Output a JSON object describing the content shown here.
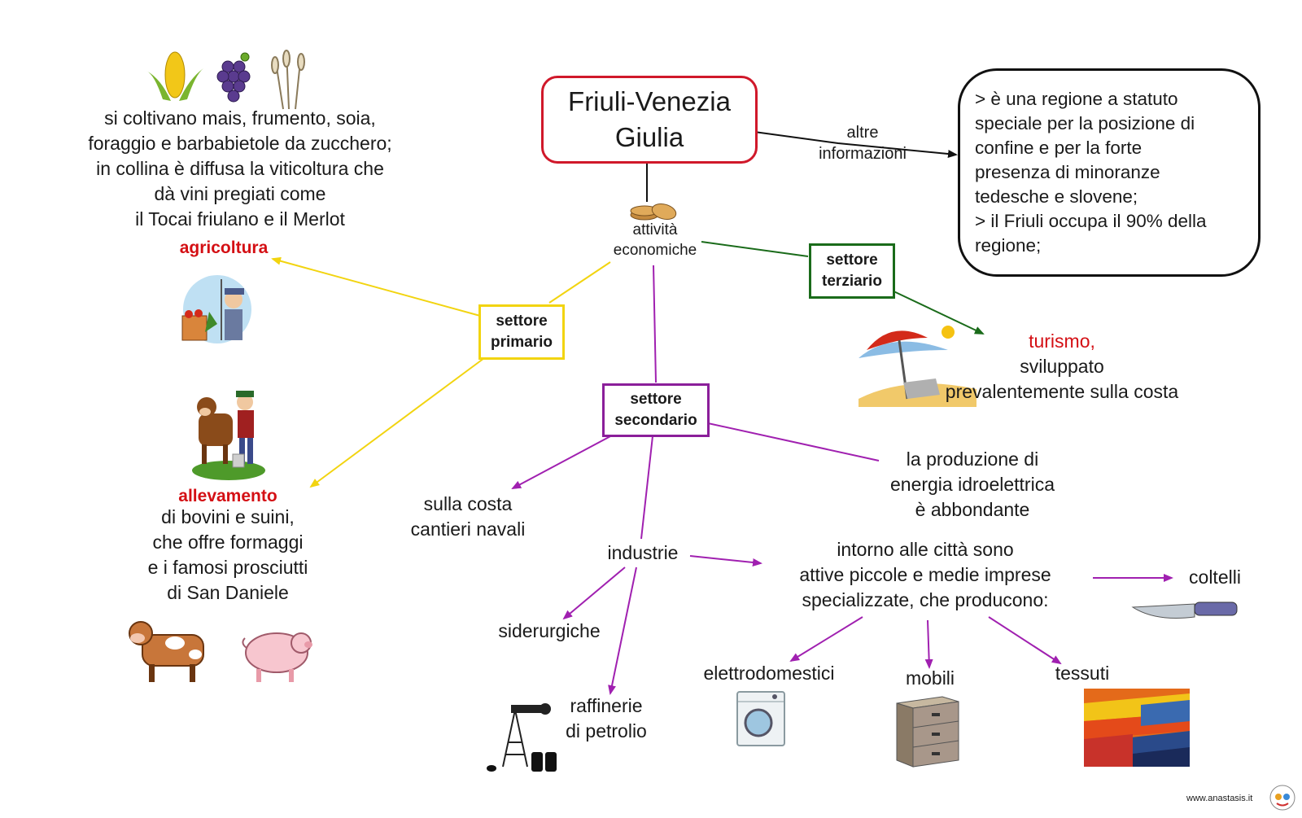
{
  "title": {
    "line1": "Friuli-Venezia",
    "line2": "Giulia"
  },
  "info_link": {
    "line1": "altre",
    "line2": "informazioni"
  },
  "info_box": [
    "> è una regione a statuto",
    "speciale per la posizione di",
    "confine e per la forte",
    "presenza di minoranze",
    "tedesche e slovene;",
    "> il Friuli occupa il 90% della",
    "regione;"
  ],
  "attivita": {
    "line1": "attività",
    "line2": "economiche"
  },
  "primario": {
    "line1": "settore",
    "line2": "primario",
    "color": "#f2d410"
  },
  "secondario": {
    "line1": "settore",
    "line2": "secondario",
    "color": "#8b1f9a"
  },
  "terziario": {
    "line1": "settore",
    "line2": "terziario",
    "color": "#1a6b1a"
  },
  "agricoltura": {
    "lines": [
      "si coltivano  mais,  frumento,  soia,",
      "foraggio  e  barbabietole  da  zucchero;",
      "in  collina  è  diffusa  la  viticoltura  che",
      "dà  vini  pregiati  come",
      "il  Tocai  friulano  e  il  Merlot"
    ],
    "label": "agricoltura"
  },
  "allevamento": {
    "label": "allevamento",
    "lines": [
      "di  bovini e suini,",
      "che offre  formaggi",
      "e i famosi  prosciutti",
      "di San Daniele"
    ]
  },
  "turismo": {
    "label": "turismo,",
    "lines": [
      "sviluppato",
      "prevalentemente  sulla costa"
    ]
  },
  "costa": {
    "lines": [
      "sulla  costa",
      "cantieri  navali"
    ]
  },
  "energia": {
    "lines": [
      "la produzione di",
      "energia  idroelettrica",
      "è abbondante"
    ]
  },
  "industrie": "industrie",
  "imprese": {
    "lines": [
      "intorno   alle  città  sono",
      "attive  piccole  e  medie  imprese",
      "specializzate,   che   producono:"
    ]
  },
  "siderurgiche": "siderurgiche",
  "raffinerie": {
    "lines": [
      "raffinerie",
      "di petrolio"
    ]
  },
  "elettrodomestici": "elettrodomestici",
  "mobili": "mobili",
  "tessuti": "tessuti",
  "coltelli": "coltelli",
  "credit": "www.anastasis.it"
}
